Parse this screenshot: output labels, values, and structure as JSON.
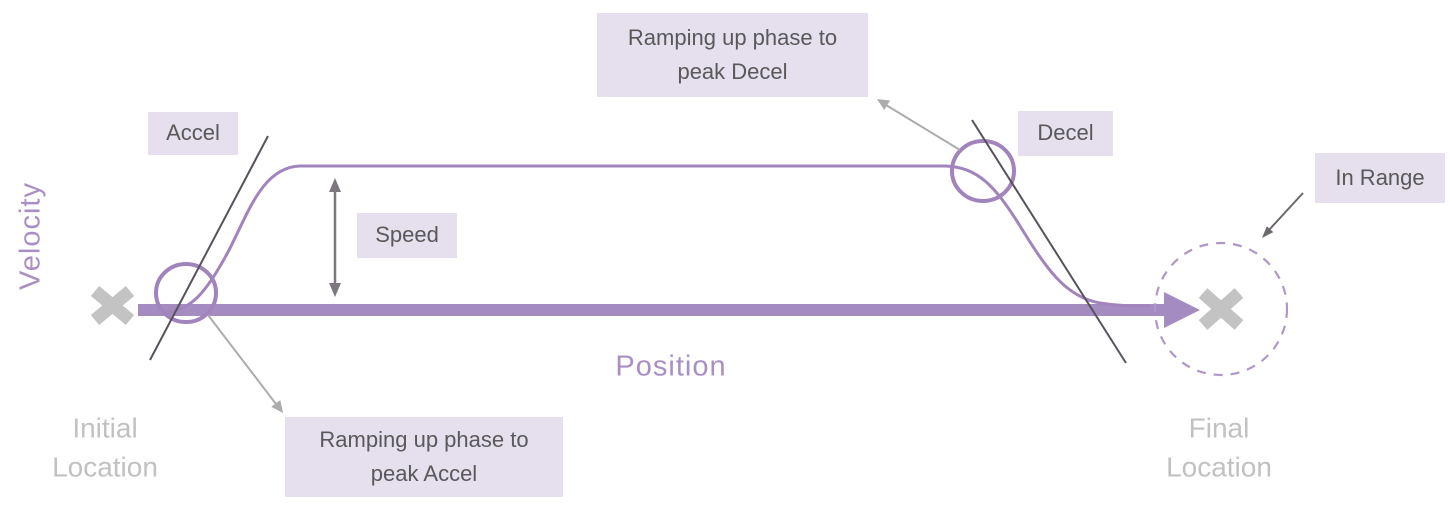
{
  "axes": {
    "y": "Velocity",
    "x": "Position"
  },
  "locations": {
    "initial": [
      "Initial",
      "Location"
    ],
    "final": [
      "Final",
      "Location"
    ]
  },
  "labels": {
    "accel": "Accel",
    "decel": "Decel",
    "speed": "Speed",
    "in_range": "In Range",
    "ramp_decel_line1": "Ramping up phase to",
    "ramp_decel_line2": "peak Decel",
    "ramp_accel_line1": "Ramping up phase to",
    "ramp_accel_line2": "peak Accel"
  },
  "icons": {
    "initial_marker": "x-marker",
    "final_marker": "x-marker",
    "in_range_zone": "dashed-circle",
    "speed_measure": "double-headed-arrow"
  },
  "colors": {
    "curve_purple": "#a284bc",
    "axis_arrow_purple": "#a48bc0",
    "axis_text_purple": "#a98fc4",
    "label_background": "#e5dfee",
    "label_text": "#595959",
    "x_marker_gray": "#c3c3c3",
    "location_text_gray": "#c1c1c1",
    "tangent_line": "#59525c",
    "annotation_arrow_light": "#acacac",
    "annotation_arrow_dark": "#6c686e",
    "speed_arrow_gray": "#7c787e"
  }
}
